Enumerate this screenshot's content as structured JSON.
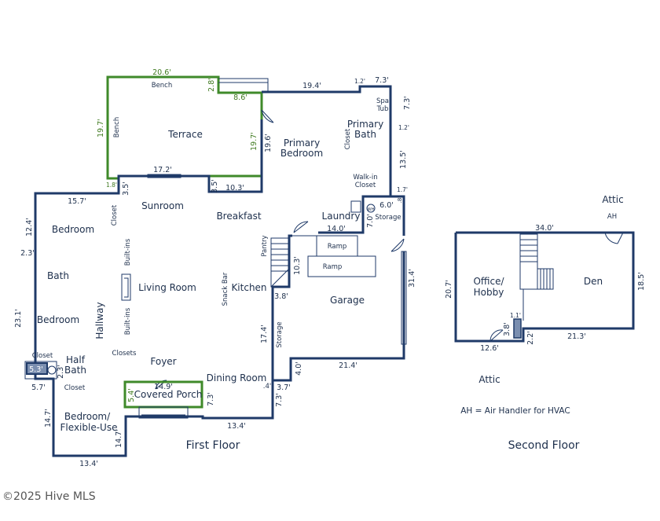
{
  "first_floor": {
    "title": "First Floor",
    "rooms": {
      "terrace": "Terrace",
      "primary_bedroom": [
        "Primary",
        "Bedroom"
      ],
      "primary_bath": [
        "Primary",
        "Bath"
      ],
      "spa_tub": [
        "Spa",
        "Tub"
      ],
      "walk_in_closet": [
        "Walk-in",
        "Closet"
      ],
      "closet_primary": "Closet",
      "sunroom": "Sunroom",
      "breakfast": "Breakfast",
      "laundry": "Laundry",
      "storage_laundry": "Storage",
      "bedroom_1": "Bedroom",
      "closet_sunroom": "Closet",
      "bath": "Bath",
      "built_ins_1": "Built-ins",
      "living_room": "Living Room",
      "built_ins_2": "Built-ins",
      "snack_bar": "Snack Bar",
      "kitchen": "Kitchen",
      "pantry": "Pantry",
      "ramp_1": "Ramp",
      "ramp_2": "Ramp",
      "garage": "Garage",
      "bedroom_2": "Bedroom",
      "hallway": "Hallway",
      "storage_kitchen": "Storage",
      "closet_half_bath": "Closet",
      "half_bath": [
        "Half",
        "Bath"
      ],
      "closets": "Closets",
      "foyer": "Foyer",
      "dining_room": "Dining Room",
      "covered_porch": "Covered Porch",
      "closet_lower": "Closet",
      "bedroom_flex": [
        "Bedroom/",
        "Flexible-Use"
      ],
      "bench_top": "Bench",
      "bench_left": "Bench",
      "wh": "WH"
    },
    "dimensions": {
      "terrace_top": "20.6'",
      "bench_depth": "2.8'",
      "step": "8.6'",
      "terrace_left": "19.7'",
      "terrace_right": "19.7'",
      "terrace_small": "1.8'",
      "sunroom_step_l": "3.5'",
      "terrace_door": "17.2'",
      "sunroom_step_r": "3.5'",
      "terrace_bottom": "10.3'",
      "primary_left": "19.6'",
      "primary_top": "19.4'",
      "bath_small": "1.2'",
      "bath_top": "7.3'",
      "bath_right": "7.3'",
      "bath_small_2": "1.2'",
      "closet_right": "13.5'",
      "laundry_small": "1.7'",
      "laundry_tiny": ".8'",
      "laundry_right": "6.0'",
      "laundry_height": "7.0'",
      "laundry_width": "14.0'",
      "sunroom_top": "15.7'",
      "bedroom_left": "12.4'",
      "bath_left": "2.3'",
      "pantry_height": "10.3'",
      "kitchen_step": "3.8'",
      "garage_right": "31.4'",
      "west_wall": "23.1'",
      "storage_height": "17.4'",
      "garage_step": "4.0'",
      "garage_bottom": "21.4'",
      "half_bath_h": "2.3'",
      "half_bath_w": "5.3'",
      "hall_bottom": "5.7'",
      "porch_width": "14.9'",
      "porch_side": "5.4'",
      "porch_right": "7.3'",
      "dining_tiny": ".4'",
      "dining_step": "3.7'",
      "dining_right": "7.3'",
      "dining_bottom": "13.4'",
      "flex_left": "14.7'",
      "flex_right": "14.7'",
      "flex_bottom": "13.4'"
    }
  },
  "second_floor": {
    "title": "Second Floor",
    "rooms": {
      "attic_top": "Attic",
      "ah": "AH",
      "office": [
        "Office/",
        "Hobby"
      ],
      "den": "Den",
      "attic_bottom": "Attic"
    },
    "dimensions": {
      "top": "34.0'",
      "left": "20.7'",
      "right": "18.5'",
      "office_bottom": "12.6'",
      "step_small": "1.1'",
      "step_height": "3.8'",
      "step_2": "2.2'",
      "den_bottom": "21.3'"
    }
  },
  "legend_note": "AH = Air Handler for HVAC",
  "copyright": "©2025 Hive MLS"
}
